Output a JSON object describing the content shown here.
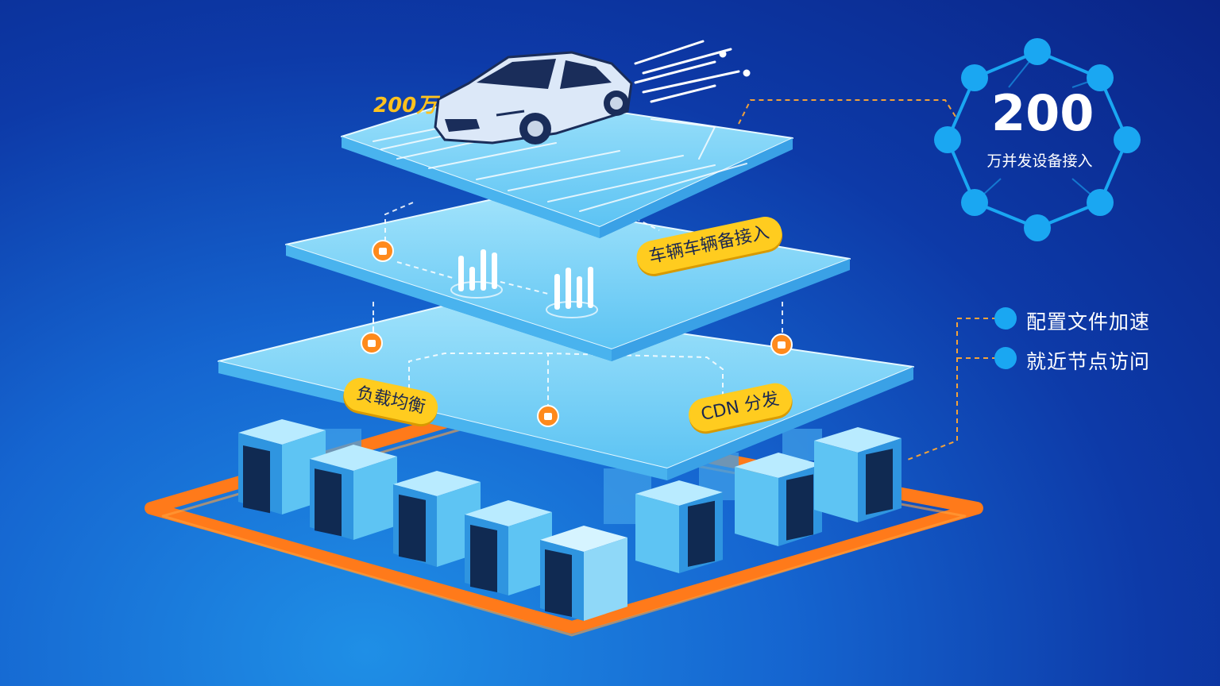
{
  "top_stat": {
    "number": "200",
    "caption": "万并发设备接入"
  },
  "car_label": "200万",
  "pills": {
    "vehicle_access": "车辆车辆备接入",
    "load_balance": "负载均衡",
    "cdn": "CDN 分发"
  },
  "features": [
    {
      "label": "配置文件加速"
    },
    {
      "label": "就近节点访问"
    }
  ],
  "colors": {
    "background_dark": "#0a2486",
    "background_light": "#1f8fe6",
    "platform": "#7fd3f7",
    "accent_yellow": "#ffcc1f",
    "accent_orange": "#ff7a1a",
    "node_blue": "#1aa7f2",
    "server_blue": "#4fb8ef"
  },
  "icons": [
    "car-icon",
    "bar-chart-icon",
    "lock-icon",
    "server-rack-icon",
    "network-ring-icon"
  ]
}
